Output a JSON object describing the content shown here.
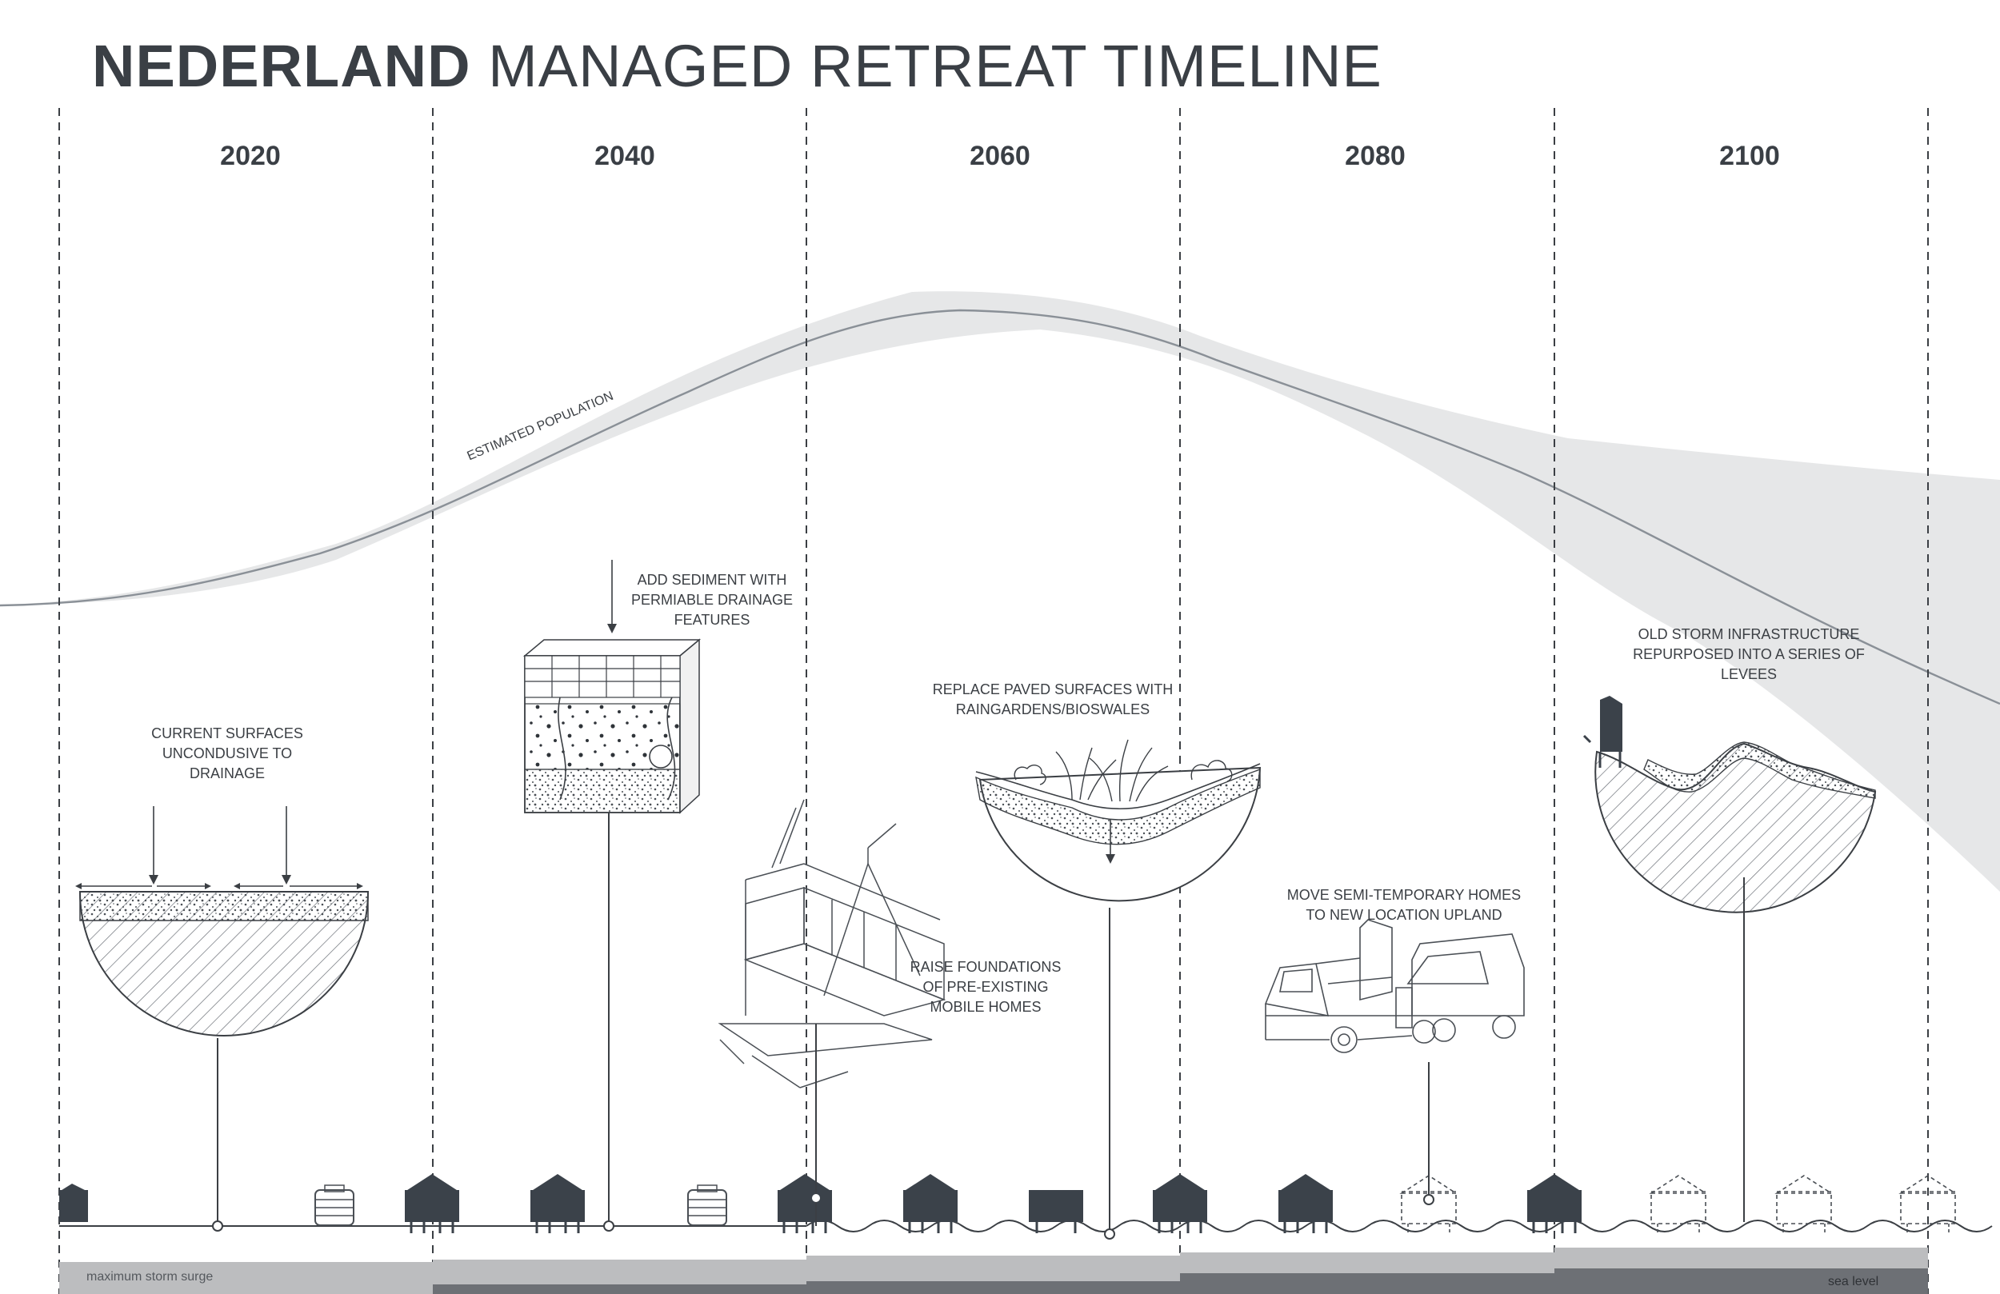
{
  "title": {
    "bold": "NEDERLAND",
    "light": "MANAGED RETREAT TIMELINE"
  },
  "years": [
    "2020",
    "2040",
    "2060",
    "2080",
    "2100"
  ],
  "population_label": "ESTIMATED POPULATION",
  "annotations": {
    "surfaces": [
      "CURRENT SURFACES",
      "UNCONDUSIVE TO",
      "DRAINAGE"
    ],
    "sediment": [
      "ADD SEDIMENT WITH",
      "PERMIABLE DRAINAGE",
      "FEATURES"
    ],
    "raingardens": [
      "REPLACE PAVED SURFACES WITH",
      "RAINGARDENS/BIOSWALES"
    ],
    "foundations": [
      "RAISE FOUNDATIONS",
      "OF PRE-EXISTING",
      "MOBILE HOMES"
    ],
    "move_homes": [
      "MOVE SEMI-TEMPORARY HOMES",
      "TO NEW LOCATION UPLAND"
    ],
    "levees": [
      "OLD STORM INFRASTRUCTURE",
      "REPURPOSED INTO A SERIES OF",
      "LEVEES"
    ]
  },
  "bands": {
    "storm_surge_label": "maximum storm surge",
    "sea_level_label": "sea level"
  },
  "colors": {
    "text": "#3a3f45",
    "house": "#3b424a",
    "population_band": "#e6e7e8",
    "population_line": "#8a9097",
    "storm_band": "#bcbdbf",
    "sea_band": "#6d7075"
  }
}
